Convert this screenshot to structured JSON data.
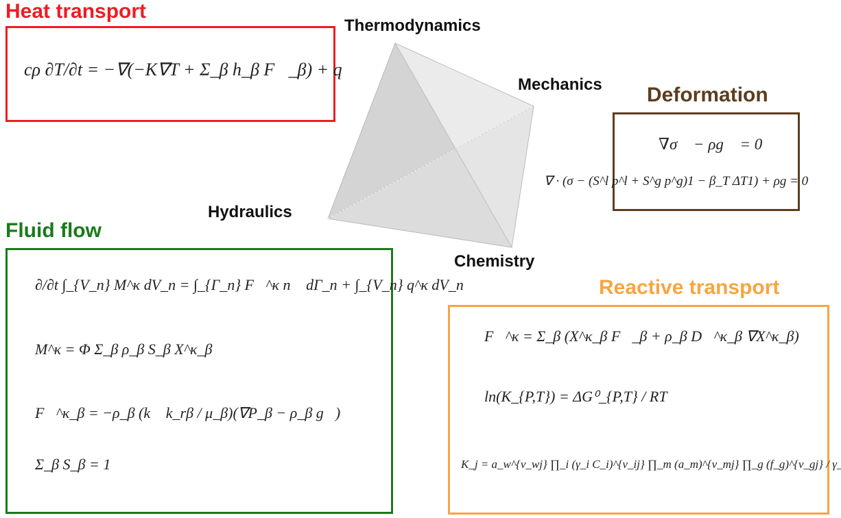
{
  "colors": {
    "heat": "#ee1c24",
    "fluid": "#1a7a1a",
    "deformation": "#5c3d1e",
    "reactive": "#f7a541"
  },
  "sections": {
    "heat_transport": {
      "title": "Heat transport",
      "equations": [
        "cρ ∂T/∂t = −∇(−K∇T + Σ_β h_β F⃗_β) + q"
      ]
    },
    "deformation": {
      "title": "Deformation",
      "equations": [
        "∇σ⃗ − ρg⃗ = 0",
        "∇ · (σ − (S^l p^l + S^g p^g)1 − β_T ΔT1) + ρg = 0"
      ]
    },
    "fluid_flow": {
      "title": "Fluid flow",
      "equations": [
        "∂/∂t ∫_{V_n} M^κ dV_n = ∫_{Γ_n} F⃗^κ n⃗ dΓ_n + ∫_{V_n} q^κ dV_n",
        "M^κ = Φ Σ_β ρ_β S_β X^κ_β",
        "F⃗^κ_β = −ρ_β (k⃗ k_rβ / μ_β)(∇P_β − ρ_β g⃗)",
        "Σ_β S_β = 1"
      ]
    },
    "reactive_transport": {
      "title": "Reactive transport",
      "equations": [
        "F⃗^κ = Σ_β (X^κ_β F⃗_β + ρ_β D⃗^κ_β ∇X^κ_β)",
        "ln(K_{P,T}) = ΔG⁰_{P,T} / RT",
        "K_j = a_w^{ν_wj} ∏_i (γ_i C_i)^{ν_ij} ∏_m (a_m)^{ν_mj} ∏_g (f_g)^{ν_gj} / γ_j C_j"
      ]
    }
  },
  "vertices": {
    "thermodynamics": "Thermodynamics",
    "mechanics": "Mechanics",
    "hydraulics": "Hydraulics",
    "chemistry": "Chemistry"
  }
}
